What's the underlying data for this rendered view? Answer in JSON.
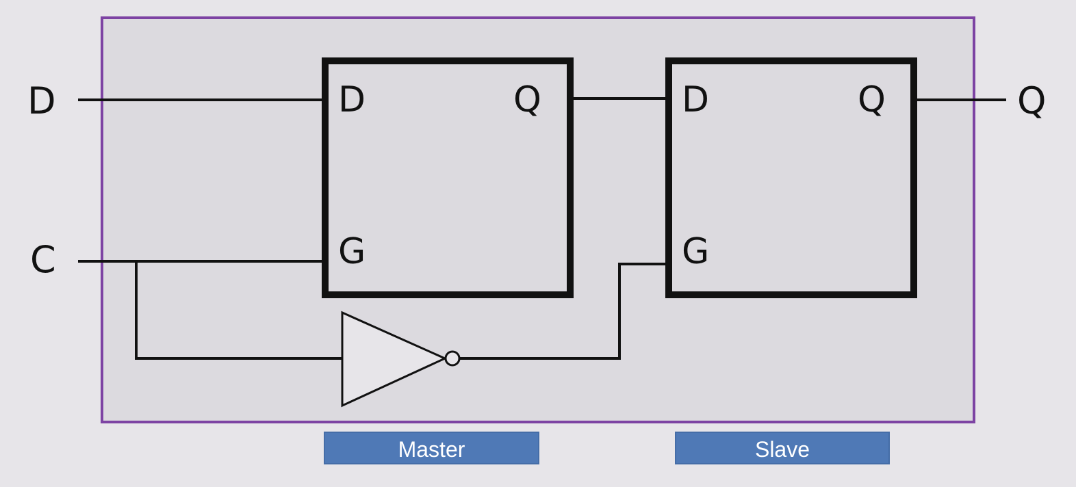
{
  "colors": {
    "background": "#e7e5e9",
    "frame_fill": "#dcdadf",
    "frame_border": "#7d43a3",
    "wire": "#111111",
    "caption_fill": "#4f79b6",
    "caption_text": "#ffffff"
  },
  "inputs": {
    "d_label": "D",
    "c_label": "C"
  },
  "output": {
    "q_label": "Q"
  },
  "master": {
    "caption": "Master",
    "pin_d": "D",
    "pin_q": "Q",
    "pin_g": "G"
  },
  "slave": {
    "caption": "Slave",
    "pin_d": "D",
    "pin_q": "Q",
    "pin_g": "G"
  },
  "inverter": {
    "icon": "not-gate-icon"
  }
}
